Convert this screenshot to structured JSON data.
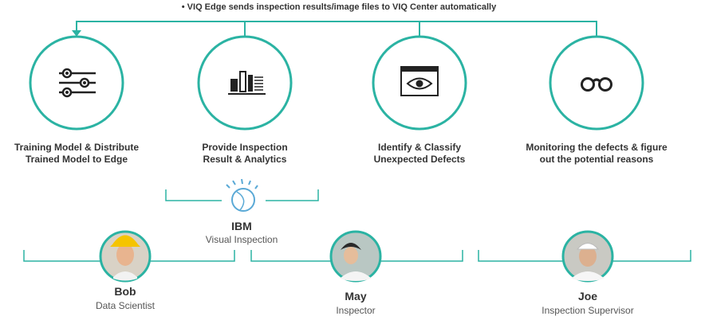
{
  "header": {
    "text": "• VIQ Edge sends inspection results/image files to VIQ Center automatically"
  },
  "steps": [
    {
      "line1": "Training Model & Distribute",
      "line2": "Trained Model to Edge",
      "icon": "sliders-icon"
    },
    {
      "line1": "Provide Inspection",
      "line2": "Result & Analytics",
      "icon": "bar-chart-icon"
    },
    {
      "line1": "Identify & Classify",
      "line2": "Unexpected Defects",
      "icon": "eye-window-icon"
    },
    {
      "line1": "Monitoring the defects & figure",
      "line2": "out the potential reasons",
      "icon": "binoculars-icon"
    }
  ],
  "product": {
    "brand": "IBM",
    "name": "Visual Inspection"
  },
  "personas": [
    {
      "name": "Bob",
      "role": "Data Scientist"
    },
    {
      "name": "May",
      "role": "Inspector"
    },
    {
      "name": "Joe",
      "role": "Inspection Supervisor"
    }
  ],
  "colors": {
    "accent": "#2bb3a3",
    "icon": "#222222",
    "text": "#333333"
  }
}
